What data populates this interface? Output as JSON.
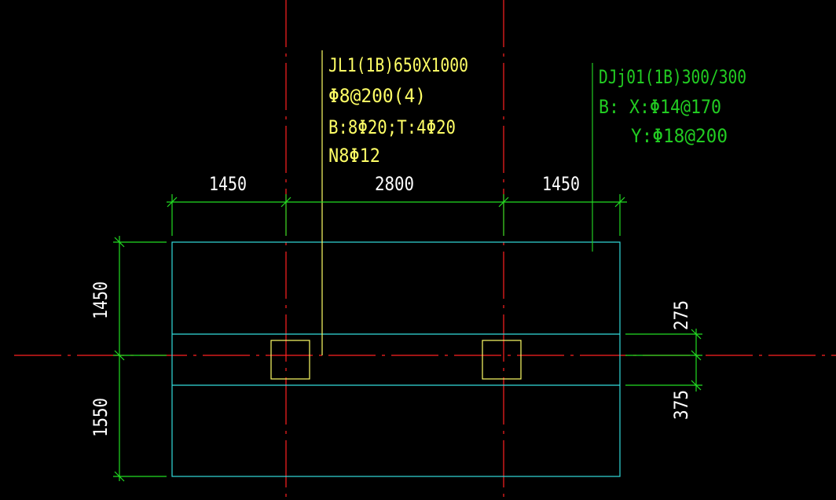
{
  "colors": {
    "background": "#000000",
    "axis": "#ff2020",
    "dimension": "#22dd22",
    "outline": "#33dddd",
    "beam_note": "#ffff66",
    "footing_note": "#22cc22",
    "dimension_text": "#ffffff"
  },
  "beam_note": {
    "line1": "JL1(1B)650X1000",
    "line2": "Φ8@200(4)",
    "line3": "B:8Φ20;T:4Φ20",
    "line4": "N8Φ12"
  },
  "footing_note": {
    "line1": "DJj01(1B)300/300",
    "line2": "B:  X:Φ14@170",
    "line3": "Y:Φ18@200"
  },
  "dimensions": {
    "top": [
      "1450",
      "2800",
      "1450"
    ],
    "left": [
      "1450",
      "1550"
    ],
    "right": [
      "275",
      "375"
    ]
  }
}
